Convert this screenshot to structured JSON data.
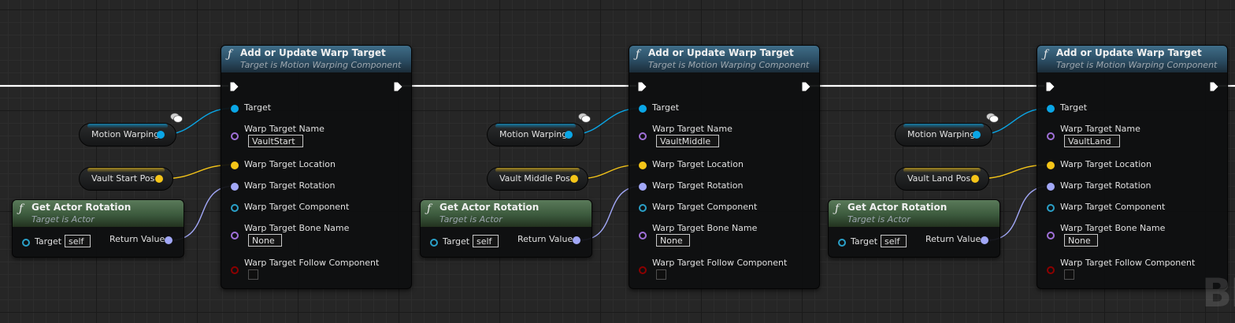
{
  "canvas": {
    "watermark": "BI"
  },
  "colors": {
    "exec": "#ffffff",
    "object_pin": "#0aa6e6",
    "name_pin": "#a070d8",
    "vector_pin": "#f5c518",
    "rotator_pin": "#a2a8f8",
    "component_pin": "#2aa0c8",
    "bool_pin": "#8c0000"
  },
  "warp_nodes": [
    {
      "title": "Add or Update Warp Target",
      "subtitle": "Target is Motion Warping Component",
      "pins": {
        "target": "Target",
        "warp_target_name": "Warp Target Name",
        "warp_target_location": "Warp Target Location",
        "warp_target_rotation": "Warp Target Rotation",
        "warp_target_component": "Warp Target Component",
        "warp_target_bone_name": "Warp Target Bone Name",
        "warp_target_follow_component": "Warp Target Follow Component"
      },
      "name_value": "VaultStart",
      "bone_value": "None"
    },
    {
      "title": "Add or Update Warp Target",
      "subtitle": "Target is Motion Warping Component",
      "pins": {
        "target": "Target",
        "warp_target_name": "Warp Target Name",
        "warp_target_location": "Warp Target Location",
        "warp_target_rotation": "Warp Target Rotation",
        "warp_target_component": "Warp Target Component",
        "warp_target_bone_name": "Warp Target Bone Name",
        "warp_target_follow_component": "Warp Target Follow Component"
      },
      "name_value": "VaultMiddle",
      "bone_value": "None"
    },
    {
      "title": "Add or Update Warp Target",
      "subtitle": "Target is Motion Warping Component",
      "pins": {
        "target": "Target",
        "warp_target_name": "Warp Target Name",
        "warp_target_location": "Warp Target Location",
        "warp_target_rotation": "Warp Target Rotation",
        "warp_target_component": "Warp Target Component",
        "warp_target_bone_name": "Warp Target Bone Name",
        "warp_target_follow_component": "Warp Target Follow Component"
      },
      "name_value": "VaultLand",
      "bone_value": "None"
    }
  ],
  "rotation_nodes": [
    {
      "title": "Get Actor Rotation",
      "subtitle": "Target is Actor",
      "target_label": "Target",
      "target_value": "self",
      "return_label": "Return Value"
    },
    {
      "title": "Get Actor Rotation",
      "subtitle": "Target is Actor",
      "target_label": "Target",
      "target_value": "self",
      "return_label": "Return Value"
    },
    {
      "title": "Get Actor Rotation",
      "subtitle": "Target is Actor",
      "target_label": "Target",
      "target_value": "self",
      "return_label": "Return Value"
    }
  ],
  "variables": [
    {
      "label": "Motion Warping",
      "type": "object"
    },
    {
      "label": "Vault Start Pos",
      "type": "vector"
    },
    {
      "label": "Motion Warping",
      "type": "object"
    },
    {
      "label": "Vault Middle Pos",
      "type": "vector"
    },
    {
      "label": "Motion Warping",
      "type": "object"
    },
    {
      "label": "Vault Land Pos",
      "type": "vector"
    }
  ]
}
